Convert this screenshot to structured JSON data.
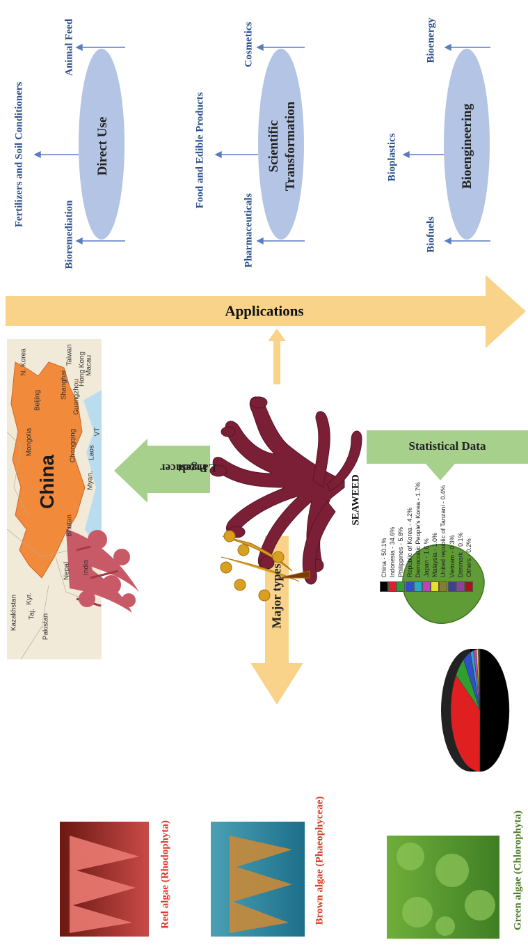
{
  "applications": {
    "bar_label": "Applications",
    "groups": [
      {
        "label": "Direct Use",
        "uses": [
          "Animal Feed",
          "Fertilizers and Soil Conditioners",
          "Bioremediation"
        ]
      },
      {
        "label_line1": "Scientific",
        "label_line2": "Transformation",
        "uses": [
          "Cosmetics",
          "Food and Edible Products",
          "Pharmaceuticals"
        ]
      },
      {
        "label": "Bioengineering",
        "uses": [
          "Bioenergy",
          "Bioplastics",
          "Biofuels"
        ]
      }
    ]
  },
  "center": {
    "seaweed_label": "SEAWEED",
    "largest_producer_line1": "Largest",
    "largest_producer_line2": "Producer",
    "statistical_label": "Statistical Data",
    "major_types_label": "Major types"
  },
  "map": {
    "country": "China",
    "labels": [
      "Kazakhstan",
      "Mongolia",
      "N. Korea",
      "Taiwan",
      "Beijing",
      "Shanghai",
      "Chongqing",
      "Guangzhou",
      "Hong Kong",
      "Macau",
      "Kyr.",
      "Taj.",
      "Pakistan",
      "Nepal",
      "Bhutan",
      "India",
      "Myan.",
      "Laos",
      "VT"
    ],
    "colors": {
      "land": "#f2ead8",
      "china": "#f28a3c",
      "water": "#b9dcef"
    }
  },
  "chart_data": {
    "type": "pie",
    "title": "",
    "categories": [
      "China",
      "Indonesia",
      "Philippines",
      "Republic of Korea",
      "Democratic People's Korea",
      "Japan",
      "Malaysia",
      "United republic of Tanzani",
      "Vietnam",
      "Denmark",
      "Others"
    ],
    "values": [
      50.1,
      34.6,
      5.8,
      4.2,
      1.7,
      1.6,
      1.0,
      0.4,
      0.3,
      0.1,
      0.2
    ],
    "legend_labels": [
      "China - 50.1%",
      "Indonesia - 34.6%",
      "Philippines - 5.8%",
      "Republic of Korea - 4.2%",
      "Democratic People's Korea - 1.7%",
      "Japan - 1.6 %",
      "Malaysia - 1.0%",
      "United republic of Tanzani - 0.4%",
      "Vietnam - 0.3%",
      "Denmark - 0.1%",
      "Others - 0.2%"
    ],
    "colors": [
      "#000000",
      "#e02020",
      "#2fa02f",
      "#3050c8",
      "#2aa6c8",
      "#c040c0",
      "#e8e020",
      "#808030",
      "#404090",
      "#9040a0",
      "#a01818"
    ],
    "legend_placement": "above"
  },
  "types": [
    {
      "label": "Red algae (Rhodophyta)",
      "color": "#d63a2a"
    },
    {
      "label": "Brown algae (Phaeophyceae)",
      "color": "#d6402a"
    },
    {
      "label": "Green algae (Chlorophyta)",
      "color": "#4f7a2a"
    }
  ],
  "palette": {
    "ellipse": "#b3c4e4",
    "arrow_orange": "#f9d38a",
    "arrow_green": "#a8d08d",
    "text_blue": "#2b4f8e",
    "seaweed": "#7a1f35"
  }
}
